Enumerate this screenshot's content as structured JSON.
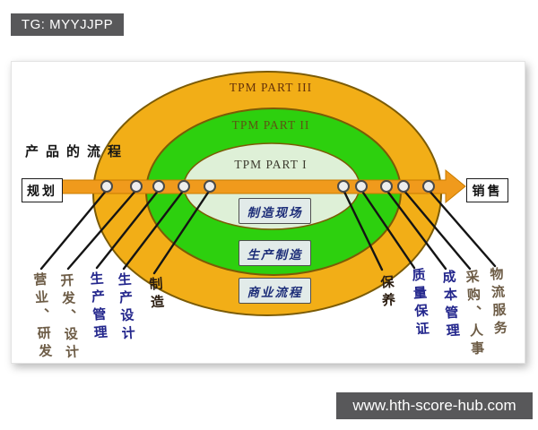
{
  "watermarks": {
    "top_left": "TG: MYYJJPP",
    "bottom_right": "www.hth-score-hub.com",
    "badge_bg": "#58585a"
  },
  "diagram": {
    "title": "产品的流程",
    "rings": [
      {
        "label": "TPM PART III",
        "fill": "#f2ae17",
        "label_color": "#64310a"
      },
      {
        "label": "TPM PART II",
        "fill": "#2dd00e",
        "label_color": "#5c5413"
      },
      {
        "label": "TPM PART I",
        "fill": "#def0d7",
        "label_color": "#3c3a2e"
      }
    ],
    "ring_border_color": "#7b5b06",
    "flow": {
      "start_label": "规划",
      "end_label": "销售",
      "arrow_color": "#f09a1c",
      "node_count": 10
    },
    "center_boxes": [
      {
        "text": "制造现场"
      },
      {
        "text": "生产制造"
      },
      {
        "text": "商业流程"
      }
    ],
    "left_labels": [
      {
        "text": "营业、研发",
        "tone": "brown"
      },
      {
        "text": "开发、设计",
        "tone": "brown"
      },
      {
        "text": "生产管理",
        "tone": "blue"
      },
      {
        "text": "生产设计",
        "tone": "blue"
      },
      {
        "text": "制造",
        "tone": "dark"
      }
    ],
    "right_labels": [
      {
        "text": "保养",
        "tone": "dark"
      },
      {
        "text": "质量保证",
        "tone": "blue"
      },
      {
        "text": "成本管理",
        "tone": "blue"
      },
      {
        "text": "采购、人事",
        "tone": "brown"
      },
      {
        "text": "物流服务",
        "tone": "brown"
      }
    ],
    "ink_colors": {
      "blue": "#23268c",
      "brown": "#6d5c46",
      "dark": "#2b1d10"
    }
  }
}
